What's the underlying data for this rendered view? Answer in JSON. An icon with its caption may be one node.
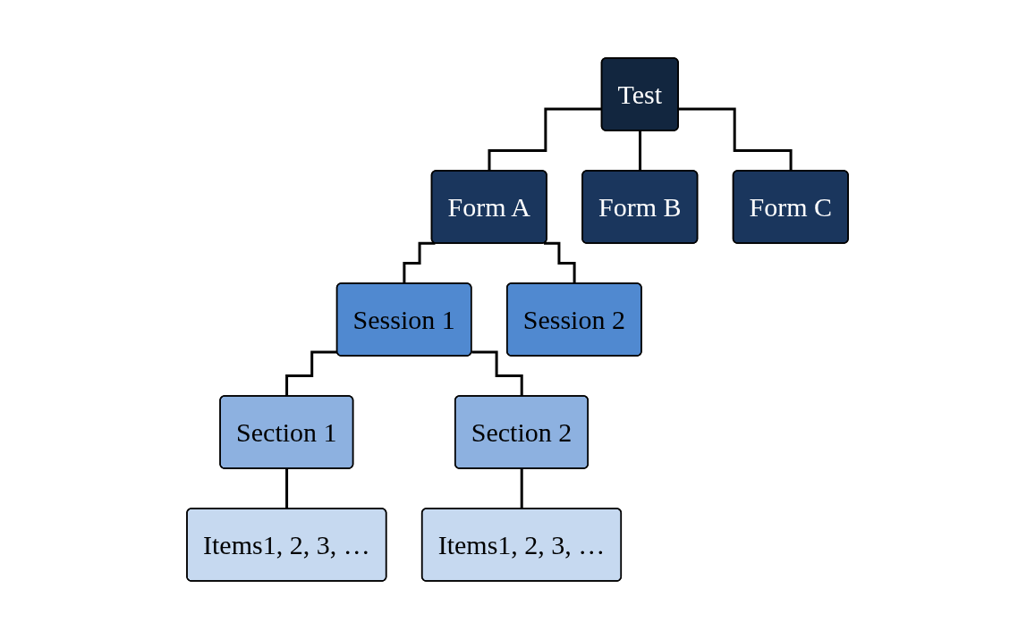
{
  "diagram": {
    "nodes": [
      {
        "text": [
          "Test"
        ]
      },
      {
        "text": [
          "Form A"
        ]
      },
      {
        "text": [
          "Form B"
        ]
      },
      {
        "text": [
          "Form C"
        ]
      },
      {
        "text": [
          "Session 1"
        ]
      },
      {
        "text": [
          "Session 2"
        ]
      },
      {
        "text": [
          "Section 1"
        ]
      },
      {
        "text": [
          "Items1, 2, 3, …"
        ]
      },
      {
        "text": [
          "Section 2"
        ]
      },
      {
        "text": [
          "Items1, 2, 3, …"
        ]
      }
    ],
    "edges": [
      {
        "from": 0,
        "to": 1,
        "arrow": "none"
      },
      {
        "from": 0,
        "to": 2,
        "arrow": "none"
      },
      {
        "from": 0,
        "to": 3,
        "arrow": "none"
      },
      {
        "from": 1,
        "to": 4,
        "arrow": "none"
      },
      {
        "from": 1,
        "to": 5,
        "arrow": "none"
      },
      {
        "from": 4,
        "to": 6,
        "arrow": "none"
      },
      {
        "from": 6,
        "to": 7,
        "arrow": "none"
      },
      {
        "from": 4,
        "to": 8,
        "arrow": "none"
      },
      {
        "from": 8,
        "to": 9,
        "arrow": "none"
      }
    ]
  }
}
